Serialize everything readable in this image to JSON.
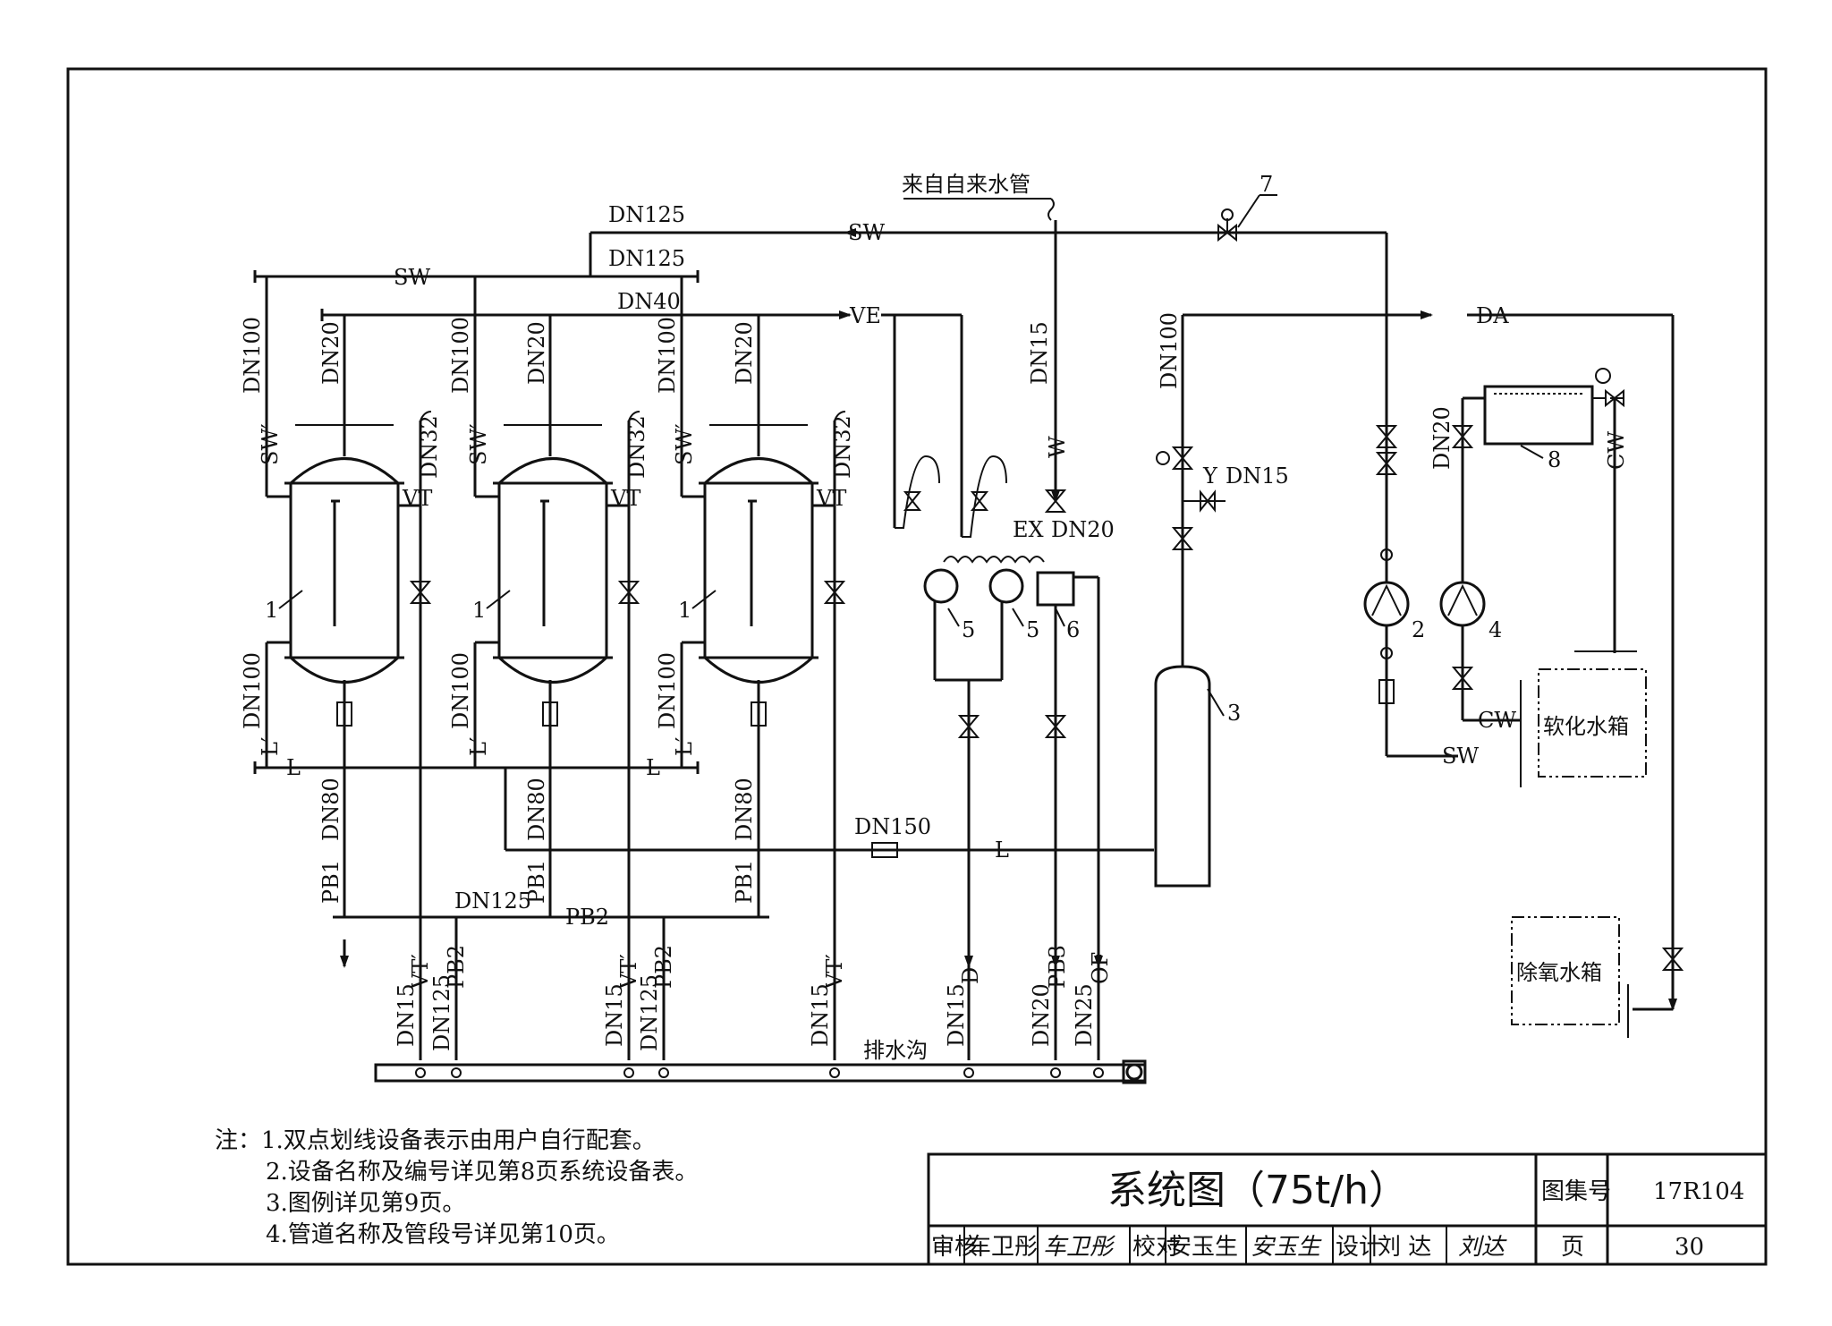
{
  "pipes": {
    "sw": "SW",
    "sw_prime": "SW′",
    "ve": "VE",
    "da": "DA",
    "w": "W",
    "l": "L",
    "l_prime": "L′",
    "vt": "VT",
    "vt_prime": "VT′",
    "pb1": "PB1",
    "pb2": "PB2",
    "pb3": "PB3",
    "d": "D",
    "of": "OF",
    "cw": "CW",
    "ex": "EX",
    "y": "Y"
  },
  "sizes": {
    "dn125": "DN125",
    "dn100": "DN100",
    "dn40": "DN40",
    "dn20": "DN20",
    "dn32": "DN32",
    "dn15": "DN15",
    "dn80": "DN80",
    "dn150": "DN150",
    "dn25": "DN25"
  },
  "labels": {
    "from_city_water": "来自自来水管",
    "drain_ditch": "排水沟",
    "soft_tank": "软化水箱",
    "deaerator_tank": "除氧水箱",
    "n1": "1",
    "n2": "2",
    "n3": "3",
    "n4": "4",
    "n5": "5",
    "n6": "6",
    "n7": "7",
    "n8": "8"
  },
  "notes": [
    "注：1.双点划线设备表示由用户自行配套。",
    "2.设备名称及编号详见第8页系统设备表。",
    "3.图例详见第9页。",
    "4.管道名称及管段号详见第10页。"
  ],
  "title_block": {
    "title": "系统图（75t/h）",
    "atlas_label": "图集号",
    "atlas_no": "17R104",
    "review_label": "审核",
    "reviewer": "车卫彤",
    "reviewer_sign": "车卫彤",
    "check_label": "校对",
    "checker": "安玉生",
    "checker_sign": "安玉生",
    "design_label": "设计",
    "designer": "刘 达",
    "designer_sign": "刘达",
    "page_label": "页",
    "page_no": "30"
  }
}
